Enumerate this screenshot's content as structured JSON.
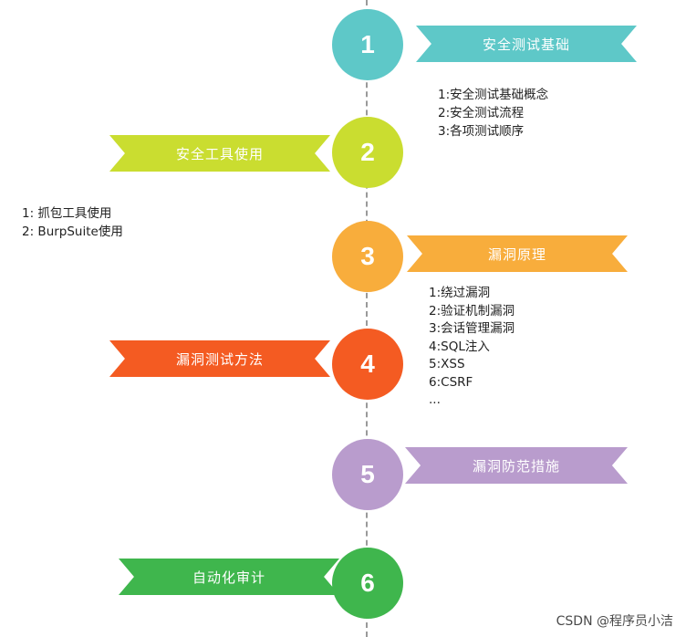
{
  "steps": [
    {
      "number": "1",
      "label": "安全测试基础",
      "color": "#5ec8c8"
    },
    {
      "number": "2",
      "label": "安全工具使用",
      "color": "#cadd30"
    },
    {
      "number": "3",
      "label": "漏洞原理",
      "color": "#f8ad3c"
    },
    {
      "number": "4",
      "label": "漏洞测试方法",
      "color": "#f45b22"
    },
    {
      "number": "5",
      "label": "漏洞防范措施",
      "color": "#b99ccd"
    },
    {
      "number": "6",
      "label": "自动化审计",
      "color": "#3fb64d"
    }
  ],
  "details": {
    "step1": [
      "1:安全测试基础概念",
      "2:安全测试流程",
      "3:各项测试顺序"
    ],
    "step2": [
      "1: 抓包工具使用",
      "2: BurpSuite使用"
    ],
    "step3": [
      "1:绕过漏洞",
      "2:验证机制漏洞",
      "3:会话管理漏洞",
      "4:SQL注入",
      "5:XSS",
      "6:CSRF",
      "..."
    ]
  },
  "watermark": "CSDN @程序员小洁"
}
